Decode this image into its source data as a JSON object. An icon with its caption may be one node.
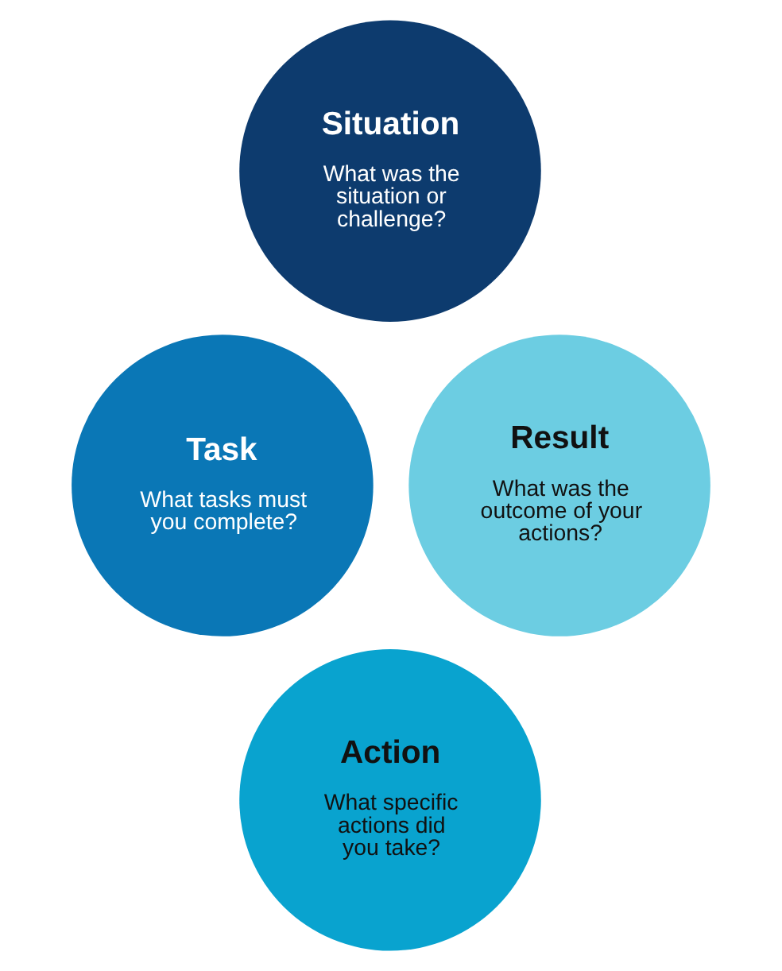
{
  "diagram": {
    "nodes": [
      {
        "text": [
          "Situation",
          "What was the situation or challenge?"
        ]
      },
      {
        "text": [
          "Task",
          "What tasks must you complete?"
        ]
      },
      {
        "text": [
          "Result",
          "What was the outcome of your actions?"
        ]
      },
      {
        "text": [
          "Action",
          "What specific actions did you take?"
        ]
      }
    ],
    "edges": []
  }
}
